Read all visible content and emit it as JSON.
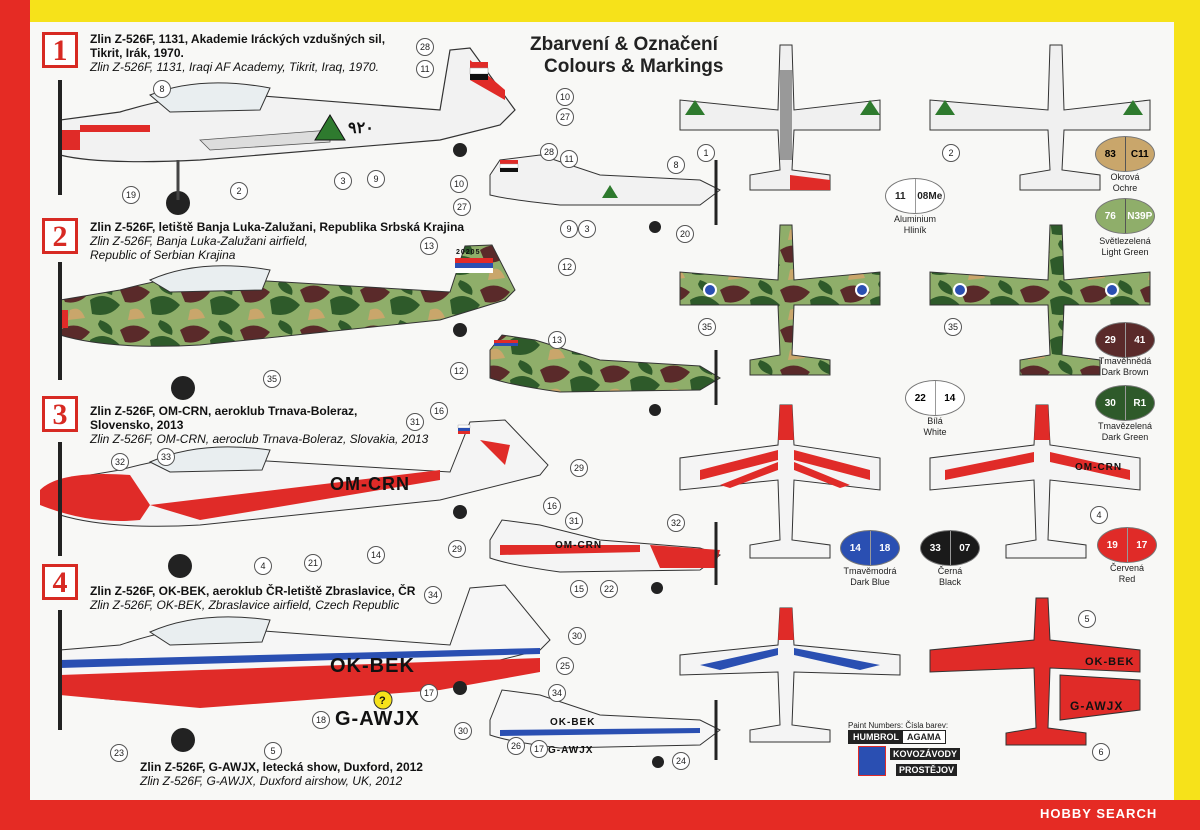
{
  "heading": {
    "cz": "Zbarvení & Označení",
    "en": "Colours & Markings"
  },
  "schemes": [
    {
      "badge": "1",
      "cz1": "Zlin Z-526F, 1131, Akademie Iráckých vzdušných sil,",
      "cz2": "Tikrit, Irák, 1970.",
      "en1": "Zlin Z-526F, 1131, Iraqi AF Academy, Tikrit, Iraq, 1970.",
      "en2": ""
    },
    {
      "badge": "2",
      "cz1": "Zlin Z-526F, letiště Banja Luka-Zalužani, Republika Srbská Krajina",
      "cz2": "",
      "en1": "Zlin Z-526F, Banja Luka-Zalužani airfield,",
      "en2": "Republic of Serbian Krajina"
    },
    {
      "badge": "3",
      "cz1": "Zlin Z-526F, OM-CRN, aeroklub Trnava-Boleraz,",
      "cz2": "Slovensko, 2013",
      "en1": "Zlin Z-526F, OM-CRN, aeroclub Trnava-Boleraz, Slovakia, 2013",
      "en2": ""
    },
    {
      "badge": "4",
      "cz1": "Zlin Z-526F, OK-BEK, aeroklub ČR-letiště Zbraslavice, ČR",
      "cz2": "",
      "en1": "Zlin Z-526F, OK-BEK, Zbraslavice airfield, Czech Republic",
      "en2": ""
    }
  ],
  "scheme5": {
    "cz": "Zlin Z-526F, G-AWJX, letecká show, Duxford, 2012",
    "en": "Zlin Z-526F, G-AWJX, Duxford airshow, UK, 2012"
  },
  "registrations": {
    "omcrn": "OM-CRN",
    "okbek": "OK-BEK",
    "gawjx": "G-AWJX",
    "serial1": "٩٢٠",
    "serial2": "20205"
  },
  "swatches": [
    {
      "a": "11",
      "b": "08Me",
      "ca": "#ffffff",
      "cb": "#ffffff",
      "cz": "Aluminium",
      "en": "Hliník"
    },
    {
      "a": "83",
      "b": "C11",
      "ca": "#c9a66b",
      "cb": "#c9a66b",
      "cz": "Okrová",
      "en": "Ochre"
    },
    {
      "a": "76",
      "b": "N39P",
      "ca": "#8fae6a",
      "cb": "#8fae6a",
      "cz": "Světlezelená",
      "en": "Light Green"
    },
    {
      "a": "29",
      "b": "41",
      "ca": "#5a2a2a",
      "cb": "#5a2a2a",
      "cz": "Tmavěhnědá",
      "en": "Dark Brown"
    },
    {
      "a": "22",
      "b": "14",
      "ca": "#ffffff",
      "cb": "#ffffff",
      "cz": "Bílá",
      "en": "White"
    },
    {
      "a": "30",
      "b": "R1",
      "ca": "#2e5a2a",
      "cb": "#2e5a2a",
      "cz": "Tmavězelená",
      "en": "Dark Green"
    },
    {
      "a": "14",
      "b": "18",
      "ca": "#2a4fb2",
      "cb": "#2a4fb2",
      "cz": "Tmavěmodrá",
      "en": "Dark Blue"
    },
    {
      "a": "33",
      "b": "07",
      "ca": "#1a1a1a",
      "cb": "#1a1a1a",
      "cz": "Černá",
      "en": "Black"
    },
    {
      "a": "19",
      "b": "17",
      "ca": "#e02b28",
      "cb": "#e02b28",
      "cz": "Červená",
      "en": "Red"
    }
  ],
  "paint_legend": {
    "title": "Paint Numbers: Čísla barev:",
    "brand1": "HUMBROL",
    "brand2": "AGAMA",
    "maker1": "KOVOZÁVODY",
    "maker2": "PROSTĚJOV"
  },
  "watermark": "HOBBY SEARCH",
  "callouts": {
    "n1": "1",
    "n2": "2",
    "n3": "3",
    "n4": "4",
    "n5": "5",
    "n6": "6",
    "n8": "8",
    "n9": "9",
    "n10": "10",
    "n11": "11",
    "n12": "12",
    "n13": "13",
    "n14": "14",
    "n15": "15",
    "n16": "16",
    "n17": "17",
    "n18": "18",
    "n19": "19",
    "n20": "20",
    "n21": "21",
    "n22": "22",
    "n23": "23",
    "n24": "24",
    "n25": "25",
    "n26": "26",
    "n27": "27",
    "n28": "28",
    "n29": "29",
    "n30": "30",
    "n31": "31",
    "n32": "32",
    "n33": "33",
    "n34": "34",
    "n35": "35"
  },
  "colors": {
    "red": "#e02b28",
    "yellow": "#f6e21a",
    "paper": "#f8f8f6",
    "blue": "#2a4fb2",
    "green": "#2e7a2e"
  }
}
